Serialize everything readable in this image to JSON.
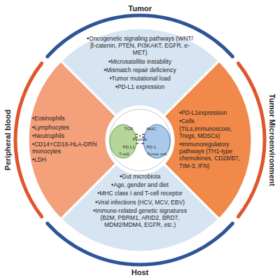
{
  "diagram": {
    "nodes": [
      {
        "text": [
          "•Oncogenetic signaling pathways (WNT/β-catenin, PTEN, PI3KAKT, EGFR, e-MET)",
          "•Microsatellite instability",
          "•Mismatch repair deficiency",
          "•Tumor mutational load",
          "•PD-L1 expression"
        ]
      },
      {
        "text": [
          "•Eosinophils",
          "•Lymphocytes",
          "•Neutrophils",
          "•CD14+CD16-HLA-DRhi monocytes",
          "•LDH"
        ]
      },
      {
        "text": [
          "•PD-L1expression",
          "•Cells (TILs,immunoscore, Tregs, MDSCs)",
          "•Immunoregulatory pathways (TH1-type chemokines, CD28/B7, TIM-3, IFN)"
        ]
      },
      {
        "text": [
          "•Gut microbiota",
          "•Age, gender and diet",
          "•MHC class I and T-cell receptor",
          "•Viral infections (HCV, MCV, EBV)",
          "•Immune-related genetic signatures (B2M, PBRM1, ARID2, BRD7, MDM2/MDM4, EGFR, etc.)"
        ]
      }
    ],
    "labels": [
      "Tumor",
      "Peripheral blood",
      "Tumor Microenvironment",
      "TCR",
      "MHC",
      "Peptide",
      "PD-L1",
      "T cell",
      "PD-1",
      "Tumor cell",
      "Host"
    ]
  }
}
